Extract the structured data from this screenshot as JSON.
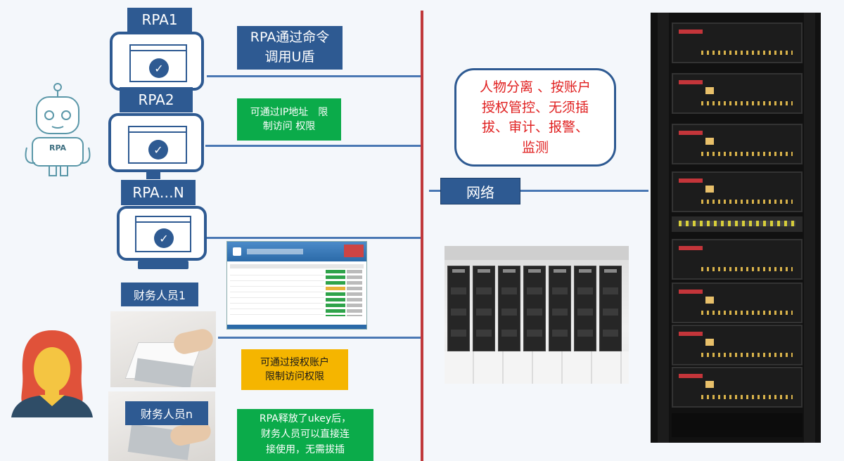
{
  "rpa1": {
    "label": "RPA1"
  },
  "rpa2": {
    "label": "RPA2"
  },
  "rpaN": {
    "label": "RPA…N"
  },
  "notes": {
    "ukey_call": [
      "RPA通过命令",
      "调用U盾"
    ],
    "ip_limit": [
      "可通过IP地址　限",
      "制访问 权限"
    ],
    "account_limit": [
      "可通过授权账户",
      "限制访问权限"
    ],
    "ukey_release": [
      "RPA释放了ukey后，",
      "财务人员可以直接连",
      "接使用，无需拔插"
    ],
    "features": [
      "人物分离 、按账户",
      "授权管控、无须插",
      "拔、审计、报警、",
      "监测"
    ]
  },
  "network": {
    "label": "网络"
  },
  "robot": {
    "badge": "RPA"
  },
  "finance": {
    "person1": "财务人员1",
    "personN": "财务人员n"
  },
  "colors": {
    "accent_blue": "#2e5a92",
    "line_blue": "#4a78b4",
    "green": "#0bab4a",
    "orange": "#f5b500",
    "red_line": "#c0393b",
    "feature_text": "#e02020"
  }
}
